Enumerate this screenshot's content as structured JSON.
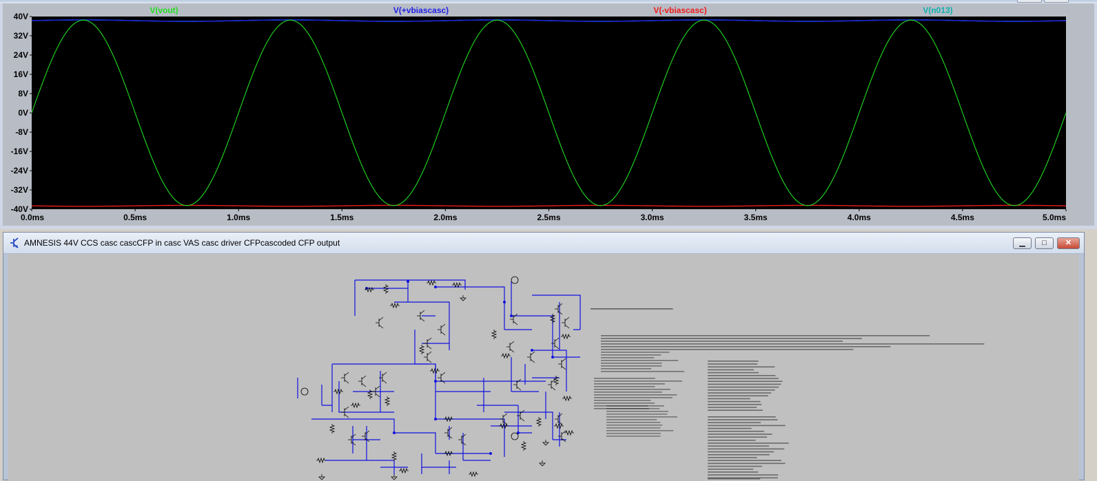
{
  "waveform_viewer": {
    "colors": {
      "plot_background": "#000000",
      "grid_text": "#000000",
      "vout": "#22dd22",
      "vbias_pos": "#2020e8",
      "vbias_neg": "#ee1c1c",
      "n013": "#10b0b0"
    }
  },
  "chart_data": {
    "type": "line",
    "title": "",
    "xlabel": "",
    "ylabel": "",
    "xlim": [
      0,
      5.0
    ],
    "ylim": [
      -40,
      40
    ],
    "x_unit": "ms",
    "x_ticks": [
      "0.0ms",
      "0.5ms",
      "1.0ms",
      "1.5ms",
      "2.0ms",
      "2.5ms",
      "3.0ms",
      "3.5ms",
      "4.0ms",
      "4.5ms",
      "5.0ms"
    ],
    "y_ticks": [
      "40V",
      "32V",
      "24V",
      "16V",
      "8V",
      "0V",
      "-8V",
      "-16V",
      "-24V",
      "-32V",
      "-40V"
    ],
    "grid": false,
    "legend": "top",
    "series": [
      {
        "name": "V(vout)",
        "shape": "sine",
        "amplitude_V": 38.5,
        "frequency_kHz": 1.0,
        "offset_V": 0
      },
      {
        "name": "V(+vbiascasc)",
        "shape": "dc",
        "level_V": 38.3,
        "ripple_V": 0.6
      },
      {
        "name": "V(-vbiascasc)",
        "shape": "dc",
        "level_V": -38.6,
        "ripple_V": 0.4
      },
      {
        "name": "V(n013)",
        "shape": "dc",
        "level_V": 38.3,
        "ripple_V": 0.6
      }
    ]
  },
  "schematic_window": {
    "title": "AMNESIS 44V CCS casc cascCFP in casc VAS casc driver CFPcascoded CFP output",
    "buttons": {
      "minimize": "▁",
      "maximize": "□",
      "close": "✕"
    },
    "app_icon": "ltspice-transistor-icon",
    "colors": {
      "canvas": "#c0c0c0",
      "wire": "#1010e0",
      "component": "#000000"
    }
  }
}
